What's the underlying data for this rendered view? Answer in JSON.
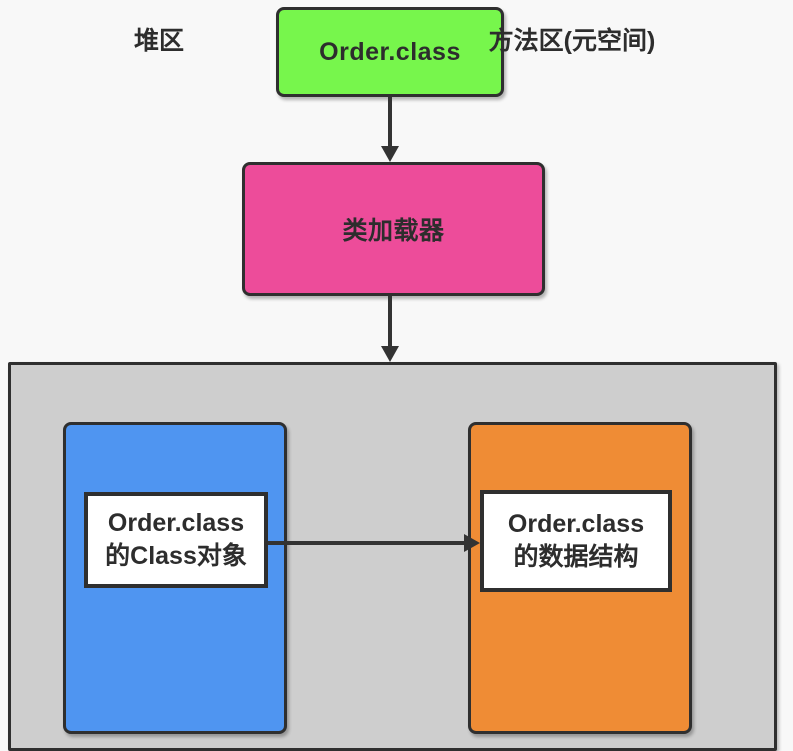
{
  "colors": {
    "background": "#f8f8f8",
    "container_fill": "#cecece",
    "border": "#333333",
    "green": "#77f64c",
    "pink": "#ed4c9a",
    "blue": "#4f95f1",
    "orange": "#ef8c35",
    "text": "#2d2d2d"
  },
  "diagram": {
    "source_box": {
      "label": "Order.class"
    },
    "loader_box": {
      "label": "类加载器"
    },
    "memory_container": {
      "heap": {
        "title": "堆区",
        "inner": {
          "line1": "Order.class",
          "line2": "的Class对象"
        }
      },
      "method_area": {
        "title": "方法区(元空间)",
        "inner": {
          "line1": "Order.class",
          "line2": "的数据结构"
        }
      }
    }
  }
}
